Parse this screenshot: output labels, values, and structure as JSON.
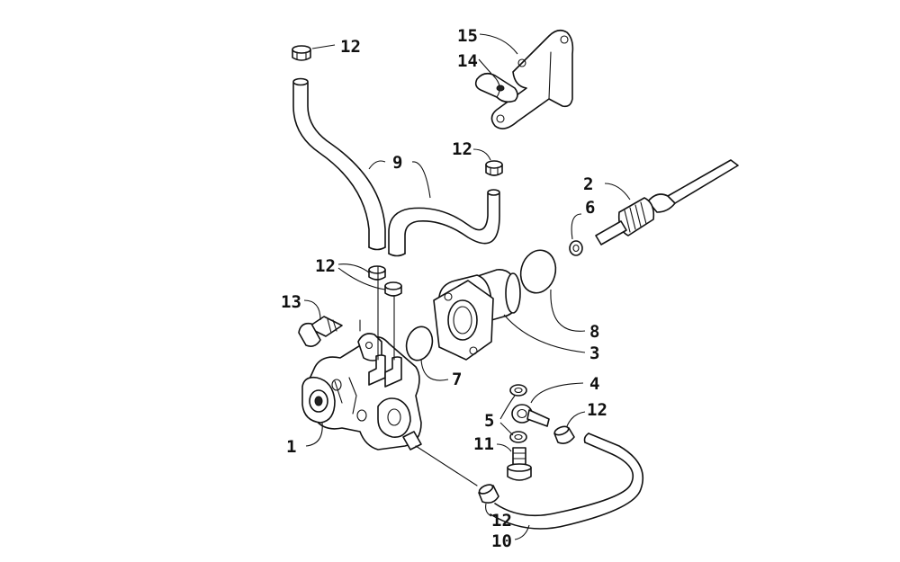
{
  "callouts": {
    "n1": "1",
    "n2": "2",
    "n3": "3",
    "n4": "4",
    "n5": "5",
    "n6": "6",
    "n7": "7",
    "n8": "8",
    "n9": "9",
    "n10": "10",
    "n11": "11",
    "n12a": "12",
    "n12b": "12",
    "n12c": "12",
    "n12d": "12",
    "n12e": "12",
    "n13": "13",
    "n14": "14",
    "n15": "15"
  }
}
